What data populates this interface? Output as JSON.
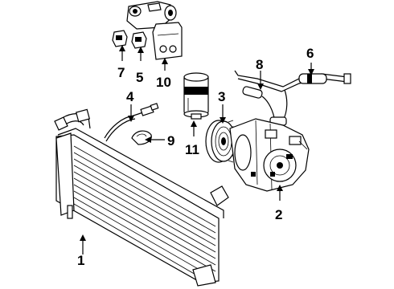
{
  "diagram": {
    "callouts": [
      {
        "id": "1",
        "label": "1"
      },
      {
        "id": "2",
        "label": "2"
      },
      {
        "id": "3",
        "label": "3"
      },
      {
        "id": "4",
        "label": "4"
      },
      {
        "id": "5",
        "label": "5"
      },
      {
        "id": "6",
        "label": "6"
      },
      {
        "id": "7",
        "label": "7"
      },
      {
        "id": "8",
        "label": "8"
      },
      {
        "id": "9",
        "label": "9"
      },
      {
        "id": "10",
        "label": "10"
      },
      {
        "id": "11",
        "label": "11"
      }
    ]
  }
}
